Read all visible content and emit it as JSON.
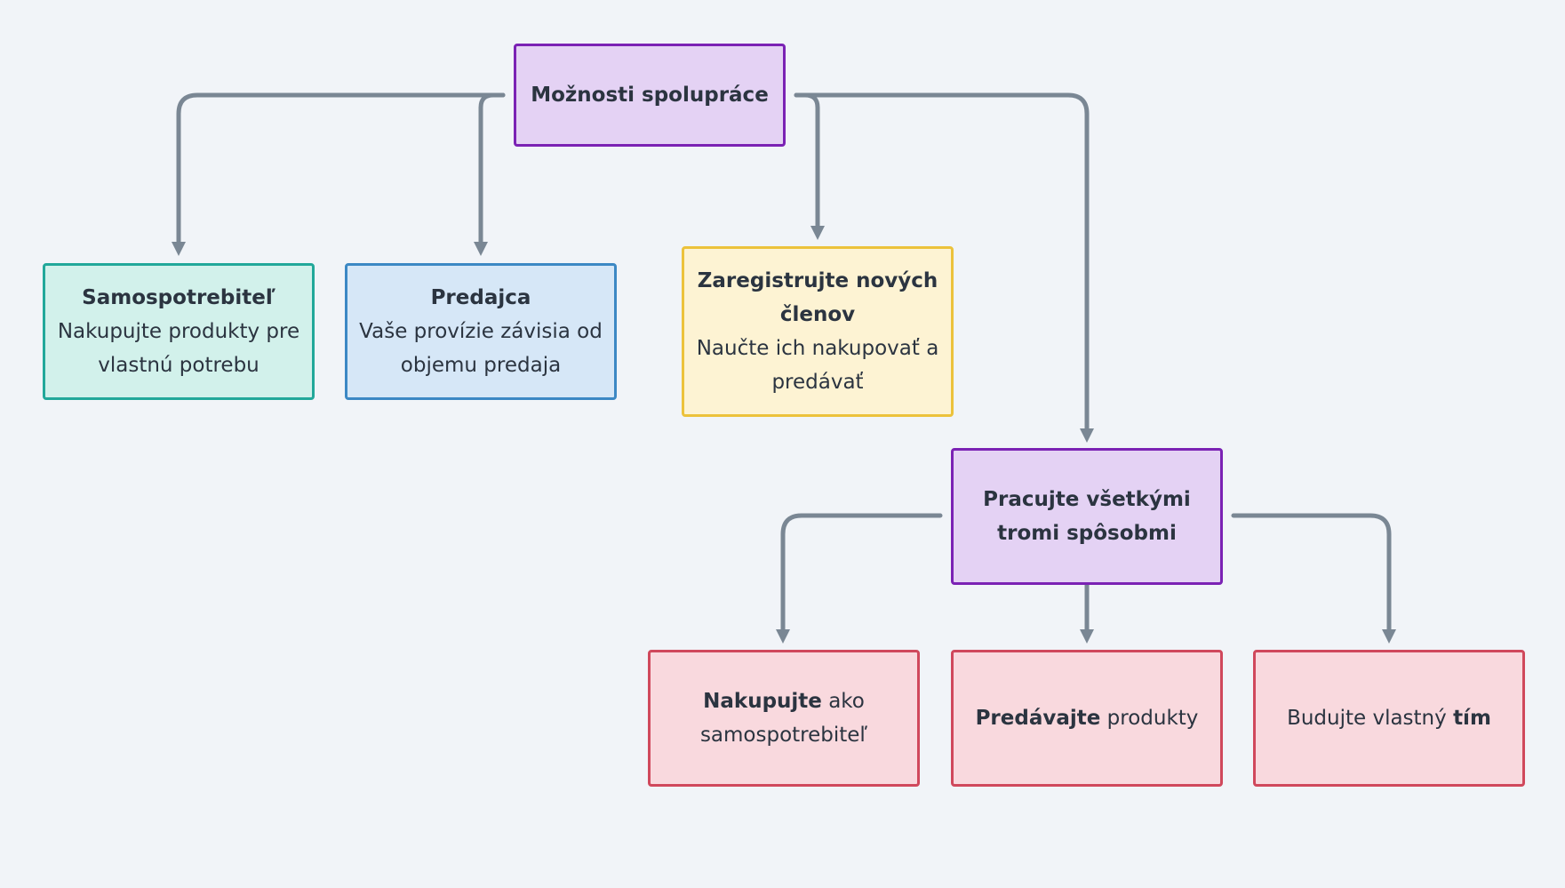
{
  "diagram": {
    "root": {
      "title": "Možnosti spolupráce"
    },
    "consumer": {
      "title": "Samospotrebiteľ",
      "text": "Nakupujte produkty pre vlastnú potrebu"
    },
    "seller": {
      "title": "Predajca",
      "text": "Vaše provízie závisia od objemu predaja"
    },
    "recruiter": {
      "title": "Zaregistrujte nových členov",
      "text": "Naučte ich nakupovať a predávať"
    },
    "combined": {
      "title": "Pracujte všetkými tromi spôsobmi"
    },
    "buy": {
      "bold": "Nakupujte",
      "rest": " ako samospotrebiteľ"
    },
    "sell": {
      "bold": "Predávajte",
      "rest": " produkty"
    },
    "team": {
      "rest": "Budujte vlastný ",
      "bold": "tím"
    }
  },
  "colors": {
    "edge": "#7a8794",
    "background": "#f1f4f8"
  }
}
